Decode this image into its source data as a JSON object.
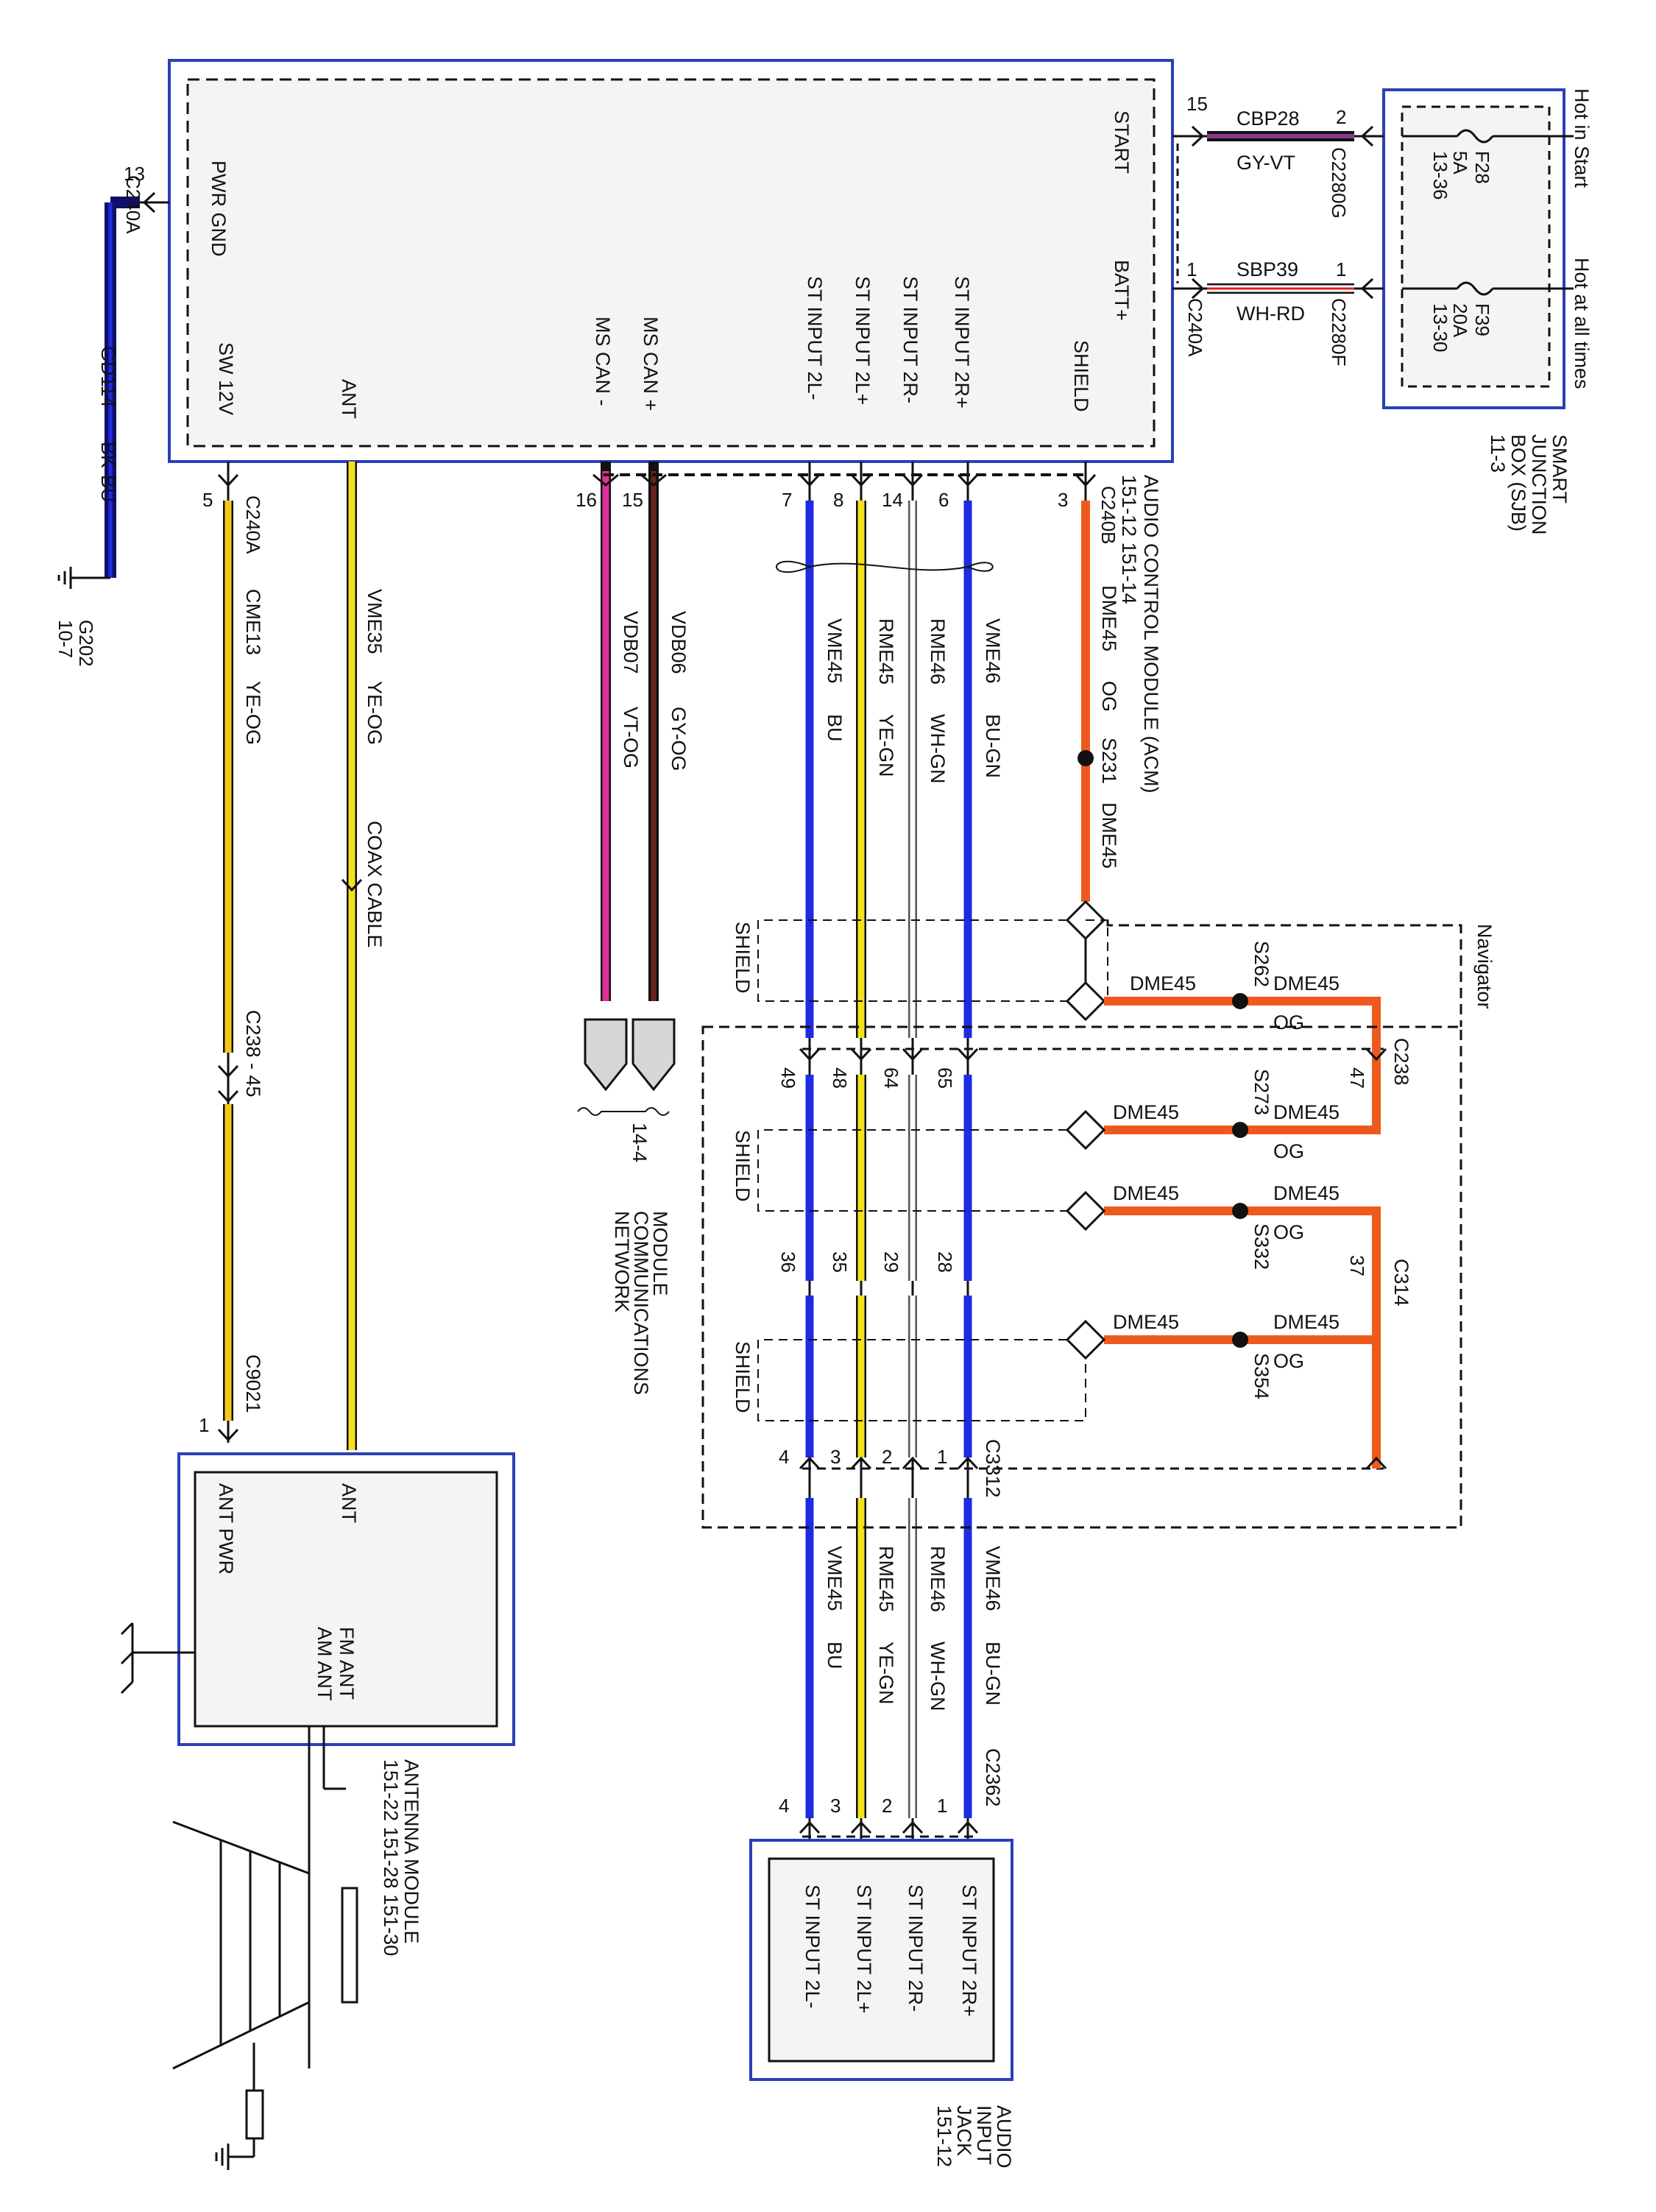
{
  "acm": {
    "pins": {
      "pwr_gnd": "PWR GND",
      "sw12v": "SW 12V",
      "ant": "ANT",
      "ms_can_minus": "MS CAN -",
      "ms_can_plus": "MS CAN +",
      "st_input_2l_minus": "ST INPUT 2L-",
      "st_input_2l_plus": "ST INPUT 2L+",
      "st_input_2r_minus": "ST INPUT 2R-",
      "st_input_2r_plus": "ST INPUT 2R+",
      "shield": "SHIELD",
      "batt_plus": "BATT+",
      "start": "START"
    },
    "name": "AUDIO CONTROL MODULE (ACM)",
    "refs": "151-12  151-14",
    "connector": "C240B",
    "connector_a": "C240A"
  },
  "sjb": {
    "name_l1": "SMART",
    "name_l2": "JUNCTION",
    "name_l3": "BOX (SJB)",
    "name_l4": "11-3",
    "hot_start": "Hot in Start",
    "hot_all": "Hot at all times",
    "f28": "F28",
    "f28_amp": "5A",
    "f28_ref": "13-36",
    "f39": "F39",
    "f39_amp": "20A",
    "f39_ref": "13-30",
    "c2280g": "C2280G",
    "c2280f": "C2280F"
  },
  "wires": {
    "cbp28": "CBP28",
    "gy_vt": "GY-VT",
    "sbp39": "SBP39",
    "wh_rd": "WH-RD",
    "gd114": "GD114",
    "bk_bu": "BK-BU",
    "cme13": "CME13",
    "ye_og": "YE-OG",
    "vme35": "VME35",
    "vme35_color": "YE-OG",
    "vdb07": "VDB07",
    "vt_og": "VT-OG",
    "vdb06": "VDB06",
    "gy_og": "GY-OG",
    "vme45": "VME45",
    "bu": "BU",
    "rme45": "RME45",
    "ye_gn": "YE-GN",
    "rme46": "RME46",
    "wh_gn": "WH-GN",
    "vme46": "VME46",
    "bu_gn": "BU-GN",
    "dme45": "DME45",
    "og": "OG"
  },
  "pins": {
    "p13": "13",
    "p15": "15",
    "p2": "2",
    "p1": "1",
    "p5": "5",
    "p16": "16",
    "p7": "7",
    "p8": "8",
    "p14": "14",
    "p6": "6",
    "p3": "3",
    "p49": "49",
    "p48": "48",
    "p64": "64",
    "p65": "65",
    "p47": "47",
    "p36": "36",
    "p35": "35",
    "p29": "29",
    "p28": "28",
    "p37": "37",
    "p4": "4"
  },
  "labels": {
    "ground_g202": "G202",
    "ground_ref": "10-7",
    "coax": "COAX CABLE",
    "c238_45": "C238 - 45",
    "c9021": "C9021",
    "s231": "S231",
    "s262": "S262",
    "s273": "S273",
    "s332": "S332",
    "s354": "S354",
    "c238": "C238",
    "c314": "C314",
    "c3312": "C3312",
    "c2362": "C2362",
    "navigator": "Navigator",
    "shield": "SHIELD",
    "mcn_ref": "14-4",
    "mcn_l1": "MODULE",
    "mcn_l2": "COMMUNICATIONS",
    "mcn_l3": "NETWORK"
  },
  "antenna": {
    "pin_ant": "ANT",
    "pin_ant_pwr": "ANT PWR",
    "fm_ant": "FM ANT",
    "am_ant": "AM ANT",
    "name": "ANTENNA MODULE",
    "refs": "151-22  151-28  151-30"
  },
  "jack": {
    "name_l1": "AUDIO",
    "name_l2": "INPUT",
    "name_l3": "JACK",
    "name_l4": "151-12"
  },
  "colors": {
    "module_border": "#2b3fb8",
    "orange": "#ee5a1e",
    "blue": "#1f2be0",
    "yellow": "#f4e21a",
    "magenta": "#e0309a",
    "brown": "#4a1512",
    "navy": "#10106a"
  }
}
